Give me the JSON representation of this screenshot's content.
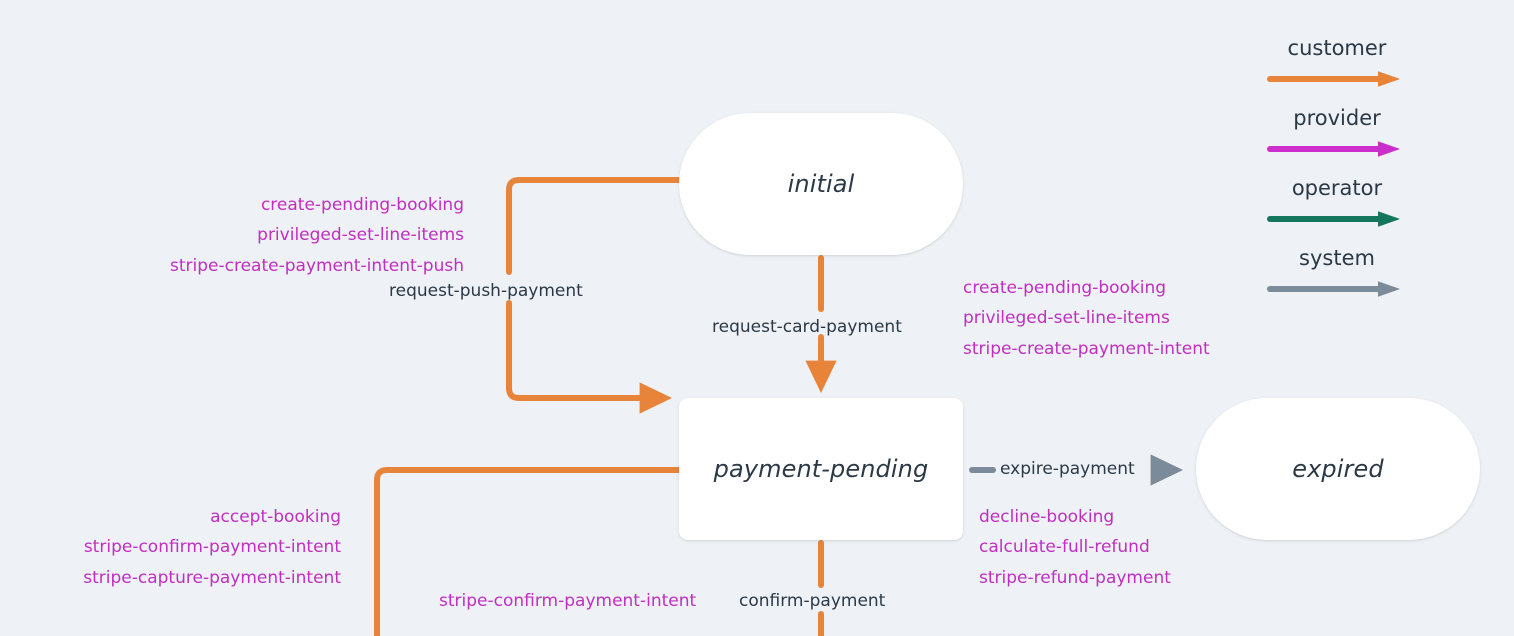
{
  "diagram": {
    "background_color": "#eef1f5",
    "node_fill": "#ffffff",
    "node_text_color": "#2b3947",
    "action_text_color": "#c12ec1",
    "states": [
      {
        "id": "initial",
        "label": "initial",
        "shape": "pill"
      },
      {
        "id": "payment-pending",
        "label": "payment-pending",
        "shape": "rect"
      },
      {
        "id": "expired",
        "label": "expired",
        "shape": "pill"
      }
    ],
    "transitions": [
      {
        "id": "request-push-payment",
        "label": "request-push-payment",
        "actor": "customer",
        "color": "#e8833a",
        "from": "initial",
        "to": "payment-pending",
        "actions": [
          "create-pending-booking",
          "privileged-set-line-items",
          "stripe-create-payment-intent-push"
        ]
      },
      {
        "id": "request-card-payment",
        "label": "request-card-payment",
        "actor": "customer",
        "color": "#e8833a",
        "from": "initial",
        "to": "payment-pending",
        "actions": [
          "create-pending-booking",
          "privileged-set-line-items",
          "stripe-create-payment-intent"
        ]
      },
      {
        "id": "expire-payment",
        "label": "expire-payment",
        "actor": "system",
        "color": "#7c8b9a",
        "from": "payment-pending",
        "to": "expired",
        "actions": []
      },
      {
        "id": "decline-booking",
        "label": "",
        "actor": "provider",
        "color": "#cc2ecc",
        "from": "payment-pending",
        "to": "",
        "actions": [
          "decline-booking",
          "calculate-full-refund",
          "stripe-refund-payment"
        ]
      },
      {
        "id": "accept-booking",
        "label": "",
        "actor": "provider",
        "color": "#cc2ecc",
        "from": "payment-pending",
        "to": "",
        "actions": [
          "accept-booking",
          "stripe-confirm-payment-intent",
          "stripe-capture-payment-intent"
        ]
      },
      {
        "id": "confirm-payment",
        "label": "confirm-payment",
        "actor": "customer",
        "color": "#e8833a",
        "from": "payment-pending",
        "to": "",
        "actions": [
          "stripe-confirm-payment-intent"
        ]
      }
    ]
  },
  "legend": {
    "items": [
      {
        "label": "customer",
        "color": "#e8833a"
      },
      {
        "label": "provider",
        "color": "#cc2ecc"
      },
      {
        "label": "operator",
        "color": "#14765c"
      },
      {
        "label": "system",
        "color": "#7c8b9a"
      }
    ]
  }
}
